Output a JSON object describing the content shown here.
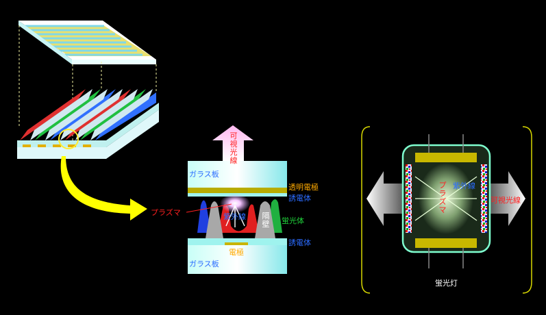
{
  "pdp_cell": {
    "visible_light_label": "可視光線",
    "glass_top_label": "ガラス板",
    "transparent_electrode_label": "透明電極",
    "dielectric_top_label": "誘電体",
    "plasma_label": "プラズマ",
    "uv_label": "紫外線",
    "barrier_label": "隔壁",
    "phosphor_label": "蛍光体",
    "dielectric_bottom_label": "誘電体",
    "electrode_label": "電極",
    "glass_bottom_label": "ガラス板"
  },
  "lamp": {
    "plasma_label": "プラズマ",
    "uv_label": "紫外線",
    "visible_light_label": "可視光線",
    "caption": "蛍光灯"
  },
  "colors": {
    "label_blue": "#2b6cff",
    "label_orange": "#ffaa00",
    "label_red": "#ff2020",
    "label_green": "#1fd23a",
    "label_white": "#ffffff",
    "glass_cyan": "#9ff3ee",
    "electrode_olive": "#b8ac00",
    "arrow_yellow": "#ffff00",
    "lamp_frame": "#7fffd0",
    "bracket": "#d8d800"
  }
}
